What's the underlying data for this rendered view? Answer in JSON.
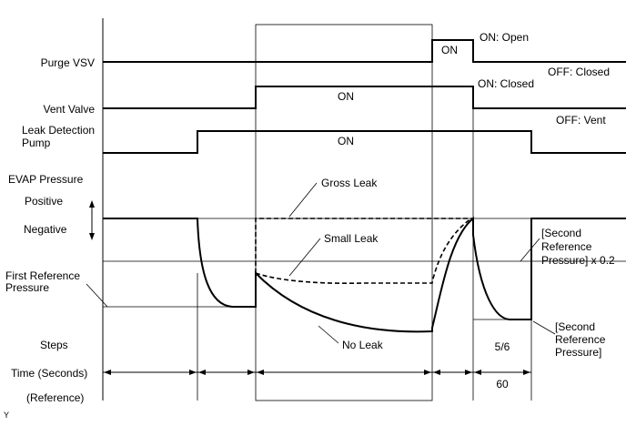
{
  "labels": {
    "purge_vsv": "Purge VSV",
    "vent_valve": "Vent Valve",
    "leak_pump_line1": "Leak Detection",
    "leak_pump_line2": "Pump",
    "evap_pressure": "EVAP Pressure",
    "positive": "Positive",
    "negative": "Negative",
    "first_ref_line1": "First Reference",
    "first_ref_line2": "Pressure",
    "steps": "Steps",
    "time": "Time (Seconds)",
    "reference": "(Reference)"
  },
  "states": {
    "purge_on": "ON",
    "vent_on": "ON",
    "pump_on": "ON",
    "on_open": "ON: Open",
    "off_closed": "OFF: Closed",
    "on_closed": "ON: Closed",
    "off_vent": "OFF: Vent"
  },
  "curves": {
    "gross_leak": "Gross Leak",
    "small_leak": "Small Leak",
    "no_leak": "No Leak"
  },
  "second_ref_x02": {
    "line1": "[Second",
    "line2": "Reference",
    "line3": "Pressure] x 0.2"
  },
  "second_ref": {
    "line1": "[Second",
    "line2": "Reference",
    "line3": "Pressure]"
  },
  "steps_value": "5/6",
  "time_value": "60",
  "corner_mark": "Y"
}
